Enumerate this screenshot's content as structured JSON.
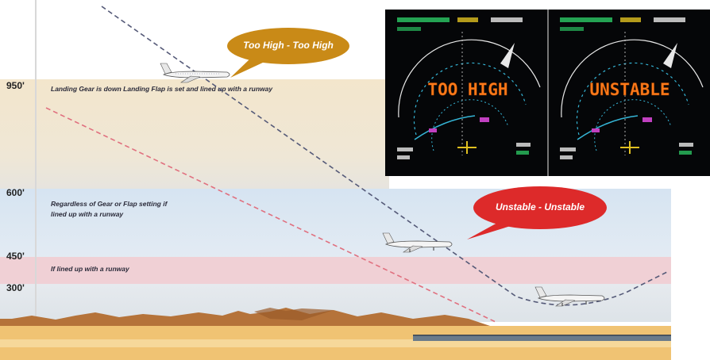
{
  "altitudes": {
    "a950": "950'",
    "a600": "600'",
    "a450": "450'",
    "a300": "300'"
  },
  "zones": {
    "zone950_text": "Landing Gear is down Landing Flap is set and lined up with a runway",
    "zone600_line1": "Regardless of Gear or Flap setting if",
    "zone600_line2": "lined up with a runway",
    "zone450_text": "If lined up with a runway"
  },
  "callouts": {
    "too_high": "Too High - Too High",
    "unstable": "Unstable - Unstable"
  },
  "displays": {
    "left_alert": "TOO HIGH",
    "right_alert": "UNSTABLE"
  },
  "colors": {
    "zone950": "#f1e6cf",
    "zone600": "#dbe7f3",
    "zone450": "#f1cfd3",
    "zone300": "#eaeef2",
    "terrain": "#b7733b",
    "ground": "#f0c271",
    "bubble_yellow": "#c98a17",
    "bubble_red": "#dd2a2a",
    "alert_text": "#ff7a1a",
    "display_bg": "#050608",
    "arc_cyan": "#35b5d6",
    "glide_path": "#5a5d7a",
    "approach_path": "#e06a7a"
  }
}
